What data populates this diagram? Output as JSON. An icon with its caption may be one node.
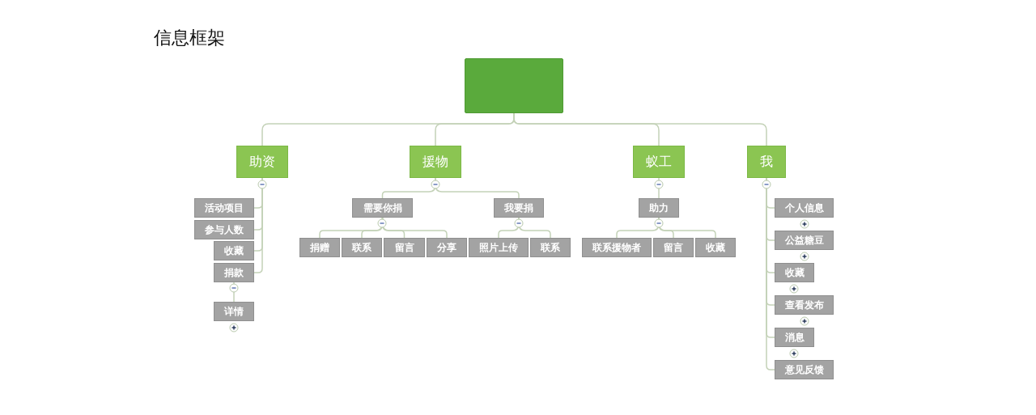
{
  "diagram": {
    "title": "信息框架",
    "nodes": [
      {
        "text": [],
        "shape": "box"
      },
      {
        "text": [
          "助资"
        ]
      },
      {
        "text": [
          "援物"
        ]
      },
      {
        "text": [
          "蚁工"
        ]
      },
      {
        "text": [
          "我"
        ]
      },
      {
        "text": [
          "活动项目"
        ]
      },
      {
        "text": [
          "参与人数"
        ]
      },
      {
        "text": [
          "收藏"
        ]
      },
      {
        "text": [
          "捐款"
        ]
      },
      {
        "text": [
          "详情"
        ]
      },
      {
        "text": [
          "需要你捐"
        ]
      },
      {
        "text": [
          "我要捐"
        ]
      },
      {
        "text": [
          "捐赠"
        ]
      },
      {
        "text": [
          "联系"
        ]
      },
      {
        "text": [
          "留言"
        ]
      },
      {
        "text": [
          "分享"
        ]
      },
      {
        "text": [
          "照片上传"
        ]
      },
      {
        "text": [
          "联系"
        ]
      },
      {
        "text": [
          "助力"
        ]
      },
      {
        "text": [
          "联系援物者"
        ]
      },
      {
        "text": [
          "留言"
        ]
      },
      {
        "text": [
          "收藏"
        ]
      },
      {
        "text": [
          "个人信息"
        ]
      },
      {
        "text": [
          "公益糖豆"
        ]
      },
      {
        "text": [
          "收藏"
        ]
      },
      {
        "text": [
          "查看发布"
        ]
      },
      {
        "text": [
          "消息"
        ]
      },
      {
        "text": [
          "意见反馈"
        ]
      }
    ],
    "edges": [
      {
        "from": 0,
        "to": 1,
        "arrow": "none"
      },
      {
        "from": 0,
        "to": 2,
        "arrow": "none"
      },
      {
        "from": 0,
        "to": 3,
        "arrow": "none"
      },
      {
        "from": 0,
        "to": 4,
        "arrow": "none"
      },
      {
        "from": 1,
        "to": 5,
        "arrow": "none"
      },
      {
        "from": 1,
        "to": 6,
        "arrow": "none"
      },
      {
        "from": 1,
        "to": 7,
        "arrow": "none"
      },
      {
        "from": 1,
        "to": 8,
        "arrow": "none"
      },
      {
        "from": 8,
        "to": 9,
        "arrow": "none"
      },
      {
        "from": 2,
        "to": 10,
        "arrow": "none"
      },
      {
        "from": 2,
        "to": 11,
        "arrow": "none"
      },
      {
        "from": 10,
        "to": 12,
        "arrow": "none"
      },
      {
        "from": 10,
        "to": 13,
        "arrow": "none"
      },
      {
        "from": 10,
        "to": 14,
        "arrow": "none"
      },
      {
        "from": 10,
        "to": 15,
        "arrow": "none"
      },
      {
        "from": 11,
        "to": 16,
        "arrow": "none"
      },
      {
        "from": 11,
        "to": 17,
        "arrow": "none"
      },
      {
        "from": 3,
        "to": 18,
        "arrow": "none"
      },
      {
        "from": 18,
        "to": 19,
        "arrow": "none"
      },
      {
        "from": 18,
        "to": 20,
        "arrow": "none"
      },
      {
        "from": 18,
        "to": 21,
        "arrow": "none"
      },
      {
        "from": 4,
        "to": 22,
        "arrow": "none"
      },
      {
        "from": 4,
        "to": 23,
        "arrow": "none"
      },
      {
        "from": 4,
        "to": 24,
        "arrow": "none"
      },
      {
        "from": 4,
        "to": 25,
        "arrow": "none"
      },
      {
        "from": 4,
        "to": 26,
        "arrow": "none"
      },
      {
        "from": 4,
        "to": 27,
        "arrow": "none"
      }
    ]
  }
}
